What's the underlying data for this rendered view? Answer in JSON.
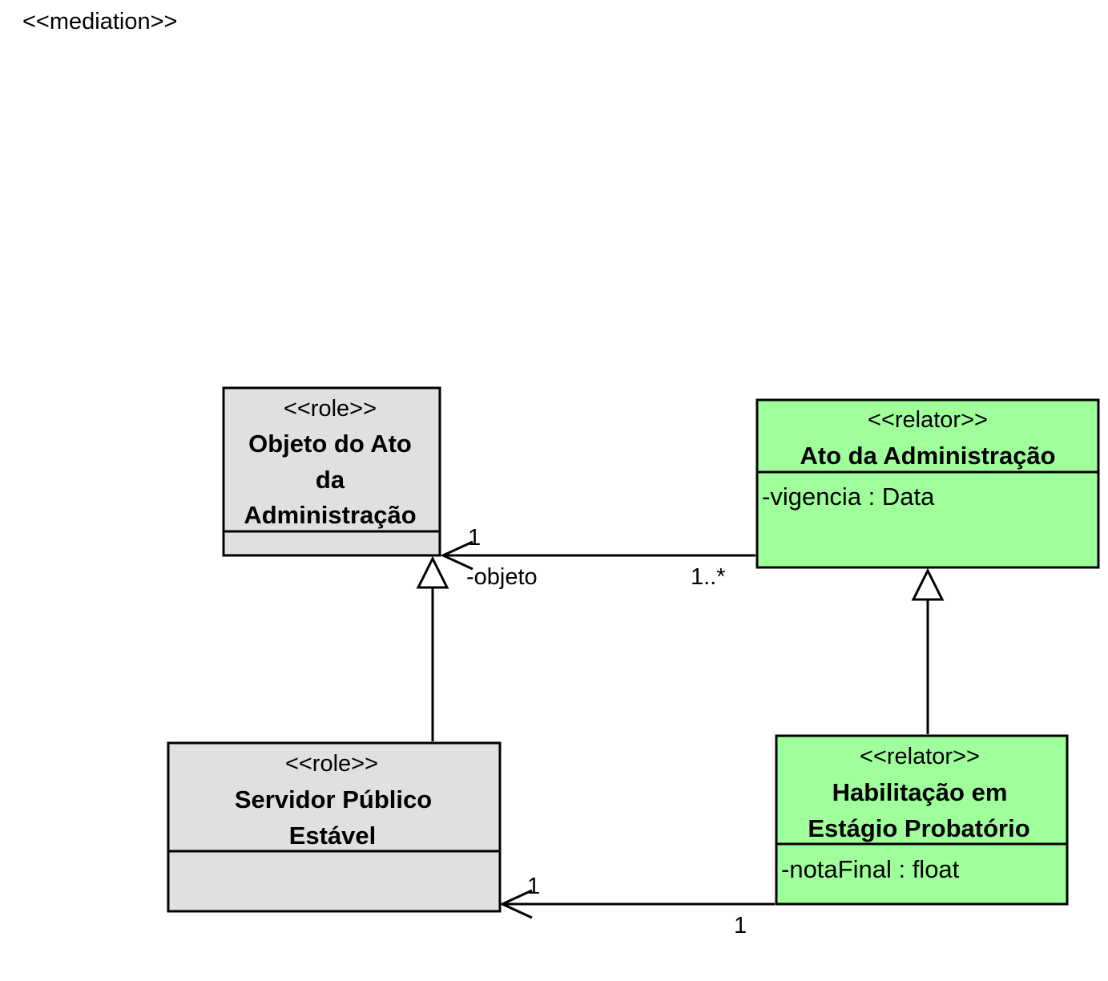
{
  "diagram_label": "<<mediation>>",
  "colors": {
    "role_fill": "#e0e0e0",
    "relator_fill": "#9eff9b",
    "stroke": "#000000"
  },
  "classes": {
    "objeto": {
      "stereotype": "<<role>>",
      "name_lines": [
        "Objeto do Ato",
        "da",
        "Administração"
      ],
      "attributes": []
    },
    "ato": {
      "stereotype": "<<relator>>",
      "name_lines": [
        "Ato da Administração"
      ],
      "attributes": [
        "-vigencia : Data"
      ]
    },
    "servidor": {
      "stereotype": "<<role>>",
      "name_lines": [
        "Servidor Público",
        "Estável"
      ],
      "attributes": []
    },
    "habilitacao": {
      "stereotype": "<<relator>>",
      "name_lines": [
        "Habilitação em",
        "Estágio Probatório"
      ],
      "attributes": [
        "-notaFinal : float"
      ]
    }
  },
  "associations": {
    "ato_objeto": {
      "target_multiplicity": "1",
      "role_name": "-objeto",
      "source_multiplicity": "1..*"
    },
    "hab_servidor": {
      "target_multiplicity": "1",
      "source_multiplicity": "1"
    }
  }
}
